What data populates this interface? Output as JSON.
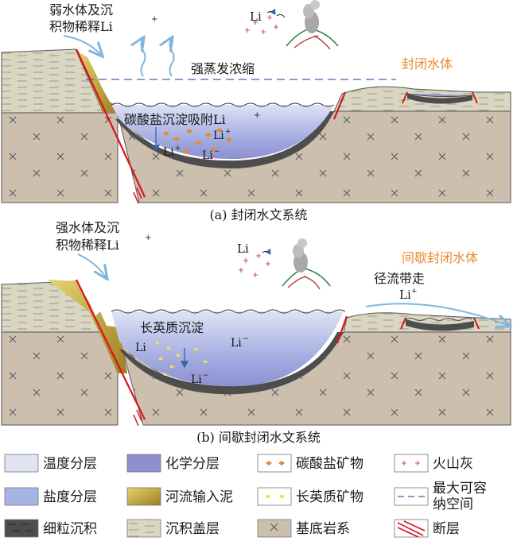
{
  "panel_a": {
    "caption": "(a) 封闭水文系统",
    "label_dilution_1": "弱水体及沉",
    "label_dilution_2": "积物稀释Li",
    "label_evaporation": "强蒸发浓缩",
    "label_closed_water": "封闭水体",
    "label_carbonate": "碳酸盐沉淀吸附Li",
    "li_plus": "Li",
    "li_minus": "Li",
    "li_volcano": "Li",
    "sup_plus": "+",
    "sup_minus": "−"
  },
  "panel_b": {
    "caption": "(b) 间歇封闭水文系统",
    "label_dilution_1": "强水体及沉",
    "label_dilution_2": "积物稀释Li",
    "label_intermittent": "间歇封闭水体",
    "label_runoff": "径流带走",
    "label_feldspar": "长英质沉淀",
    "li_a": "Li",
    "li_b": "Li",
    "li_c": "Li",
    "li_runoff": "Li",
    "li_volcano": "Li",
    "sup_plus": "+",
    "sup_minus": "−"
  },
  "legend": {
    "items": [
      {
        "label": "温度分层"
      },
      {
        "label": "化学分层"
      },
      {
        "label": "碳酸盐矿物"
      },
      {
        "label": "火山灰"
      },
      {
        "label": "盐度分层"
      },
      {
        "label": "河流输入泥"
      },
      {
        "label": "长英质矿物"
      },
      {
        "label": "最大可容"
      },
      {
        "label": "纳空间"
      },
      {
        "label": "细粒沉积"
      },
      {
        "label": "沉积盖层"
      },
      {
        "label": "基底岩系"
      },
      {
        "label": "断层"
      }
    ]
  },
  "colors": {
    "temperature_layer": "#dfe3f2",
    "salinity_layer": "#a7b3e2",
    "chemical_layer": "#8e8fd0",
    "fine_sediment": "#4d4d4d",
    "cover_layer": "#d9d6c2",
    "basement": "#cdbfae",
    "river_mud": "#c8a73a",
    "fault": "#d8141d",
    "arrow_blue": "#7fb6dd"
  }
}
